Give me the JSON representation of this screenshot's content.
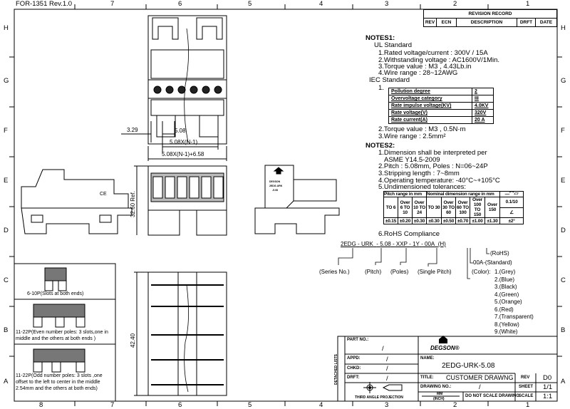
{
  "header": {
    "form_id": "FOR-1351  Rev.1.0"
  },
  "grid": {
    "columns": [
      "8",
      "7",
      "6",
      "5",
      "4",
      "3",
      "2",
      "1"
    ],
    "rows": [
      "H",
      "G",
      "F",
      "E",
      "D",
      "C",
      "B",
      "A"
    ]
  },
  "revision_record": {
    "title": "REVISION RECORD",
    "columns": [
      "REV",
      "ECN",
      "DESCRIPTION",
      "DRFT",
      "DATE"
    ]
  },
  "dimensions": {
    "offset": "3.29",
    "pitch": "5.08",
    "span": "5.08X(N-1)",
    "overall": "5.08X(N-1)+6.58",
    "height_ref": "32.60 Ref.",
    "bottom_height": "42.40",
    "side_label": [
      "DEGSON",
      "2EDG-URK",
      "-5.08"
    ]
  },
  "notes1": {
    "title": "NOTES1:",
    "ul_title": "UL Standard",
    "ul_items": [
      "1.Rated voltage/current :  300V / 15A",
      "2.Withstanding voltage :  AC1600V/1Min.",
      "3.Torque value :  M3 , 4.43Lb.in",
      "4.Wire range :  28~12AWG"
    ],
    "iec_title": "IEC Standard",
    "iec_num": "1.",
    "iec_table": [
      [
        "Pollution degree",
        "2"
      ],
      [
        "Overvoltage category",
        "III"
      ],
      [
        "Rate impulse voltage(KV)",
        "4.0KV"
      ],
      [
        "Rate voltage(V)",
        "320V"
      ],
      [
        "Rate current(A)",
        "20 A"
      ]
    ],
    "iec_items": [
      "2.Torque value :  M3 , 0.5N·m",
      "3.Wire range :  2.5mm²"
    ]
  },
  "notes2": {
    "title": "NOTES2:",
    "items": [
      "1.Dimension shall be interpreted per",
      "ASME  Y14.5-2009",
      "2.Pitch :  5.08mm, Poles :  N=06~24P",
      "3.Stripping length :  7~8mm",
      "4.Operating temperature: -40°C~+105°C",
      "5.Undimensioned tolerances:"
    ],
    "tolerance": {
      "pitch_header": "Pitch range in mm",
      "nominal_header": "Nominal dimension range in mm",
      "symbols": "—⌒▱",
      "ranges": [
        "TO 6",
        "Over 6 TO 10",
        "Over 10 TO 24",
        "TO 30",
        "Over 30 TO 60",
        "Over 60 TO 100",
        "Over 100 TO 150",
        "Over 150"
      ],
      "values": [
        "±0.15",
        "±0.20",
        "±0.30",
        "±0.30",
        "±0.50",
        "±0.70",
        "±1.00",
        "±1.30"
      ],
      "flatness": "0.1/10",
      "angle_symbol": "∠",
      "angle": "±2°"
    },
    "rohs": "6.RoHS Compliance"
  },
  "part_code": {
    "segments": [
      "2EDG",
      "-",
      "URK",
      "-",
      "5.08",
      "-",
      "XXP",
      "-",
      "1Y",
      "-",
      "00A",
      "(H)"
    ],
    "labels": [
      "(Series No.)",
      "(Pitch)",
      "(Poles)",
      "(Single Pitch)"
    ],
    "rohs": "(RoHS)",
    "standard": "00A-(Standard)",
    "color_label": "(Color):",
    "colors": [
      "1.(Grey)",
      "2.(Blue)",
      "3.(Black)",
      "4.(Green)",
      "5.(Orange)",
      "6.(Red)",
      "7.(Transparent)",
      "8.(Yellow)",
      "9.(White)"
    ]
  },
  "variants": [
    {
      "caption": "6-10P(Slots at both ends)"
    },
    {
      "caption": "11-22P(Even number poles: 3 slots,one in middle and the others at both ends )"
    },
    {
      "caption": "11-22P(Odd number poles: 3 slots ,one offset to the left to center in the middle 2.54mm and the others at both ends)"
    }
  ],
  "title_block": {
    "side_label": "DETACHED LISTS",
    "part_no_label": "PART NO.:",
    "part_no": "/",
    "appd_label": "APPD:",
    "appd": "/",
    "chkd_label": "CHKD:",
    "chkd": "/",
    "drft_label": "DRFT:",
    "drft": "/",
    "projection": "THIRD ANGLE PROJECTION",
    "logo": "DEGSON®",
    "name_label": "NAME:",
    "name": "2EDG-URK-5.08",
    "title_label": "TITLE:",
    "title": "CUSTOMER DRAWNG",
    "rev_label": "REV",
    "rev": "D0",
    "drawing_no_label": "DRAWING NO.:",
    "drawing_no": "/",
    "sheet_label": "SHEET",
    "sheet": "1/1",
    "units_mm": "MM",
    "units_inch": "(INCH)",
    "no_scale": "DO NOT SCALE DRAWING",
    "scale_label": "SCALE",
    "scale": "1:1"
  },
  "ce_mark": "CE"
}
